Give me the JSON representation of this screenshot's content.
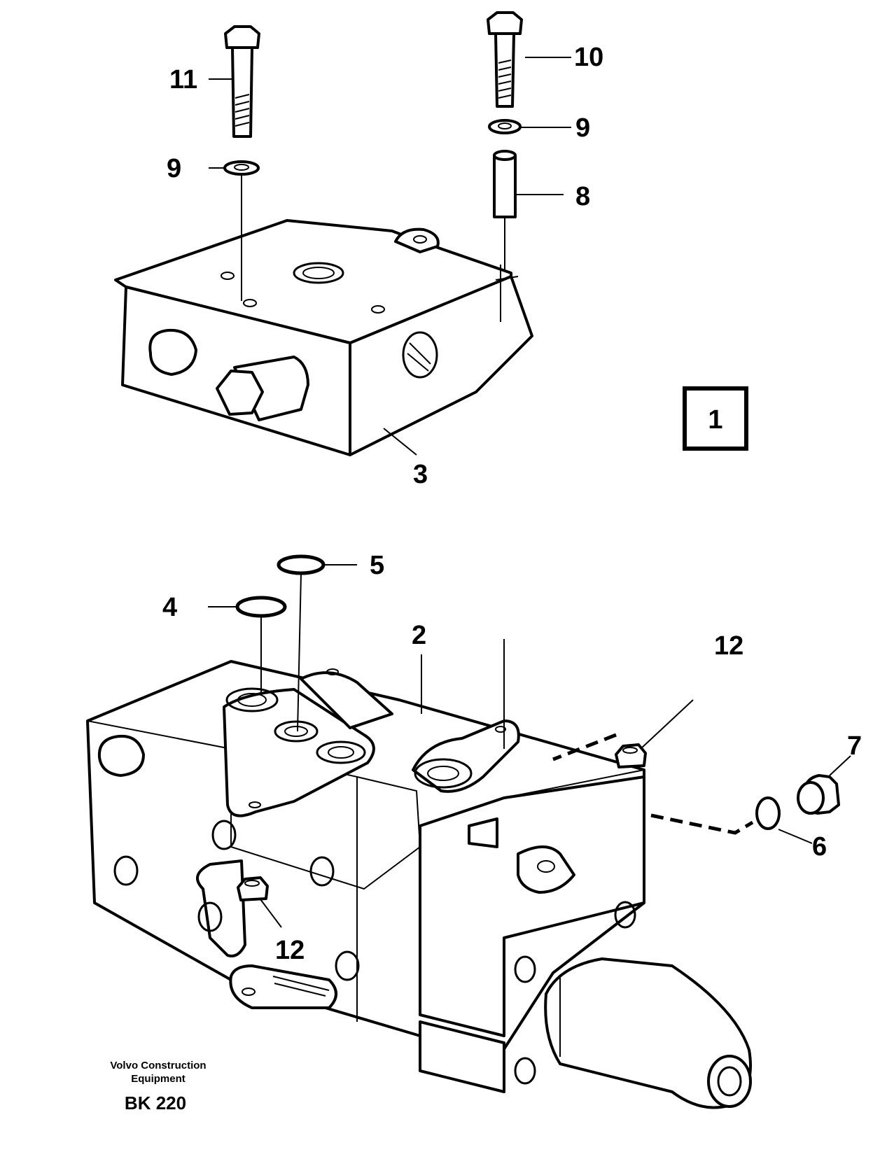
{
  "diagram": {
    "figure_number": "1",
    "callouts": {
      "c11": "11",
      "c10": "10",
      "c9a": "9",
      "c9b": "9",
      "c8": "8",
      "c3": "3",
      "c5": "5",
      "c4": "4",
      "c2": "2",
      "c12a": "12",
      "c12b": "12",
      "c7": "7",
      "c6": "6"
    },
    "brand_line1": "Volvo Construction",
    "brand_line2": "Equipment",
    "drawing_code": "BK 220"
  }
}
